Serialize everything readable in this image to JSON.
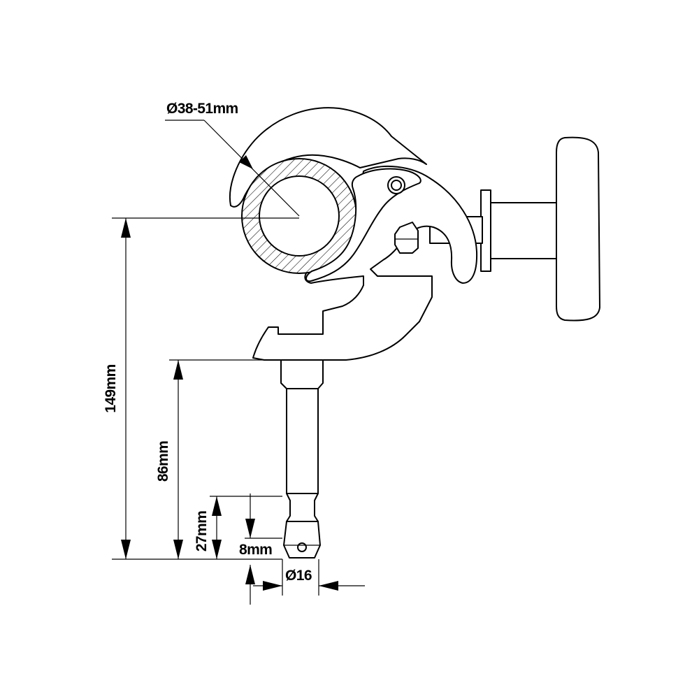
{
  "labels": {
    "tube_diameter": "Ø38-51mm",
    "total_height": "149mm",
    "spigot_length": "86mm",
    "lower_spigot": "27mm",
    "tip_length": "8mm",
    "spigot_diameter": "Ø16"
  },
  "colors": {
    "ink": "#000000",
    "background": "#ffffff"
  }
}
